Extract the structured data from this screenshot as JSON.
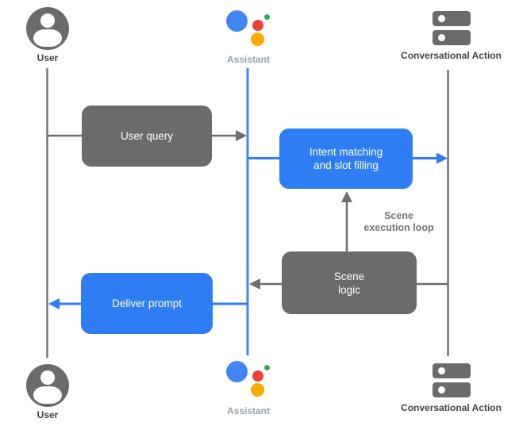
{
  "actors": {
    "user": {
      "label": "User",
      "icon": "person-icon"
    },
    "assistant": {
      "label": "Assistant",
      "icon": "google-assistant-icon"
    },
    "conversational_action": {
      "label": "Conversational Action",
      "icon": "server-icon"
    }
  },
  "messages": {
    "user_query": {
      "label": "User query",
      "from": "User",
      "to": "Assistant",
      "style": "gray"
    },
    "intent_matching": {
      "label": "Intent matching\nand slot filling",
      "from": "Assistant",
      "to": "Conversational Action",
      "style": "blue"
    },
    "scene_logic": {
      "label": "Scene\nlogic",
      "from": "Conversational Action",
      "to": "Assistant",
      "style": "gray"
    },
    "deliver_prompt": {
      "label": "Deliver prompt",
      "from": "Assistant",
      "to": "User",
      "style": "blue"
    }
  },
  "annotations": {
    "scene_execution_loop": {
      "label": "Scene\nexecution loop"
    }
  },
  "colors": {
    "box_blue": "#2E7DF3",
    "box_gray": "#6B6B6B",
    "lifeline_blue": "#4285F4",
    "lifeline_gray": "#757575",
    "label_dark": "#424242",
    "label_light": "#9AA0A6",
    "logo_blue": "#4285F4",
    "logo_red": "#EA4335",
    "logo_green": "#34A853",
    "logo_orange": "#F9AB00"
  }
}
